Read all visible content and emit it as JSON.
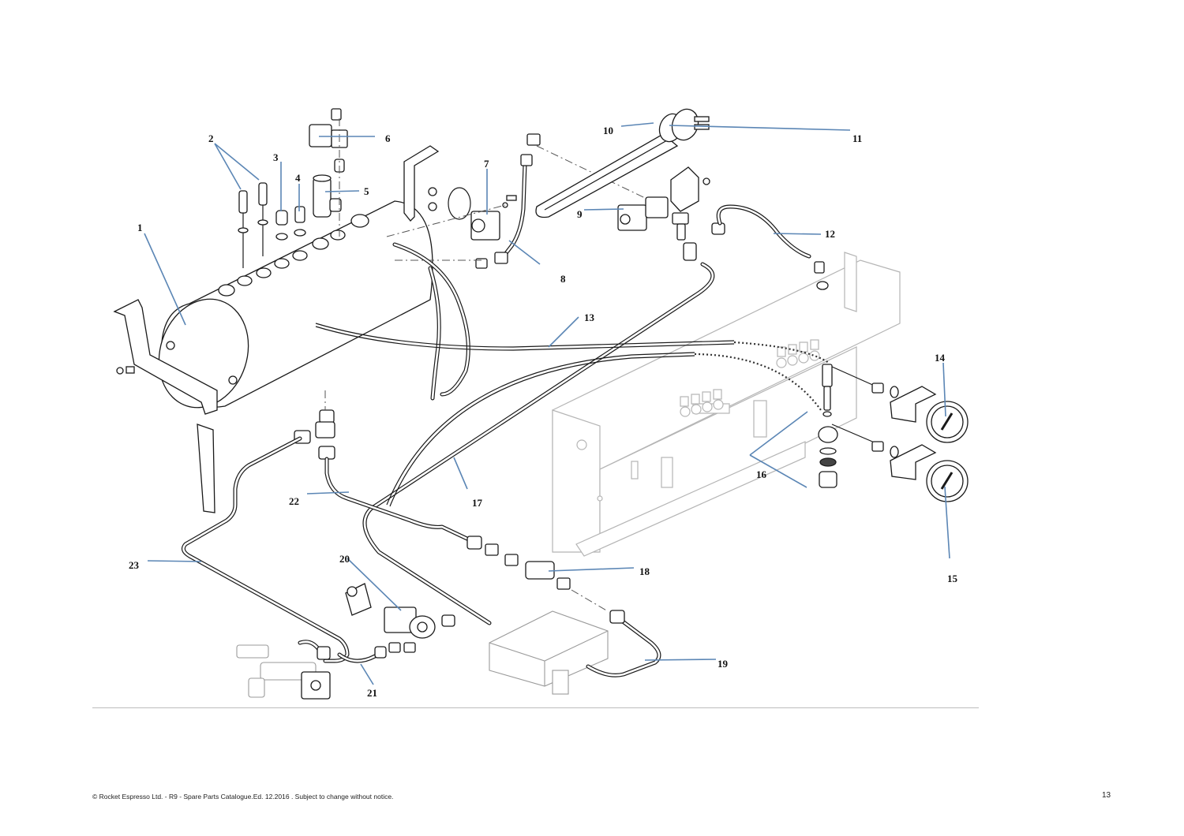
{
  "document": {
    "title": "R9 - Spare Parts Catalogue",
    "footer": "© Rocket Espresso  Ltd. - R9 - Spare Parts Catalogue.Ed. 12.2016 . Subject to change without notice.",
    "page_number": "13"
  },
  "colors": {
    "leader_line": "#5b86b5",
    "ink": "#1a1a1a",
    "frame_outline": "#b5b5b5"
  },
  "callouts": [
    {
      "id": "1",
      "label": "1",
      "part": "boiler"
    },
    {
      "id": "2",
      "label": "2",
      "part": "level-probes"
    },
    {
      "id": "3",
      "label": "3",
      "part": "vacuum-valve"
    },
    {
      "id": "4",
      "label": "4",
      "part": "boiler-fitting"
    },
    {
      "id": "5",
      "label": "5",
      "part": "safety-valve"
    },
    {
      "id": "6",
      "label": "6",
      "part": "solenoid-valve-top"
    },
    {
      "id": "7",
      "label": "7",
      "part": "pressure-switch"
    },
    {
      "id": "8",
      "label": "8",
      "part": "steam-pipe"
    },
    {
      "id": "9",
      "label": "9",
      "part": "fill-solenoid-valve"
    },
    {
      "id": "10",
      "label": "10",
      "part": "heating-element-gasket"
    },
    {
      "id": "11",
      "label": "11",
      "part": "heating-element"
    },
    {
      "id": "12",
      "label": "12",
      "part": "pressure-gauge-hose"
    },
    {
      "id": "13",
      "label": "13",
      "part": "capillary-tube"
    },
    {
      "id": "14",
      "label": "14",
      "part": "boiler-pressure-gauge"
    },
    {
      "id": "15",
      "label": "15",
      "part": "pump-pressure-gauge"
    },
    {
      "id": "16",
      "label": "16",
      "part": "gauge-fitting-kit"
    },
    {
      "id": "17",
      "label": "17",
      "part": "hot-water-pipe"
    },
    {
      "id": "18",
      "label": "18",
      "part": "check-valve"
    },
    {
      "id": "19",
      "label": "19",
      "part": "manifold-pipe"
    },
    {
      "id": "20",
      "label": "20",
      "part": "inlet-solenoid-valve"
    },
    {
      "id": "21",
      "label": "21",
      "part": "inlet-pipe"
    },
    {
      "id": "22",
      "label": "22",
      "part": "boiler-feed-pipe"
    },
    {
      "id": "23",
      "label": "23",
      "part": "drain-pipe"
    }
  ]
}
